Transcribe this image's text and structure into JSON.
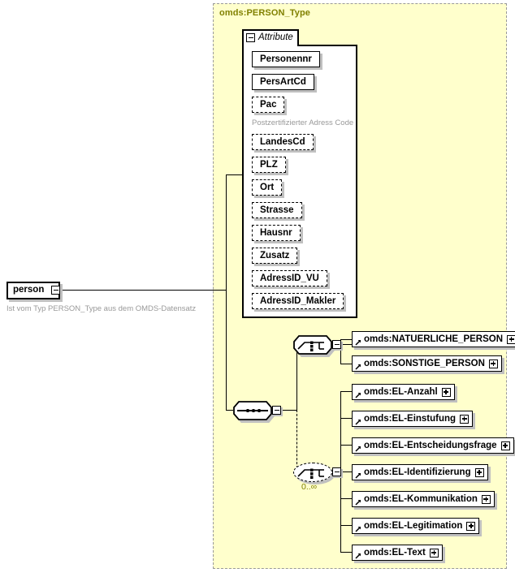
{
  "diagram": {
    "kind": "xsd-schema-diagram",
    "type_container": {
      "title": "omds:PERSON_Type"
    },
    "attribute_panel": {
      "tab_label": "Attribute",
      "toggle_icon": "minus-toggle-icon",
      "attributes": [
        {
          "name": "Personennr",
          "required": true,
          "annotation": ""
        },
        {
          "name": "PersArtCd",
          "required": true,
          "annotation": ""
        },
        {
          "name": "Pac",
          "required": false,
          "annotation": "Postzertifizierter Adress Code"
        },
        {
          "name": "LandesCd",
          "required": false,
          "annotation": ""
        },
        {
          "name": "PLZ",
          "required": false,
          "annotation": ""
        },
        {
          "name": "Ort",
          "required": false,
          "annotation": ""
        },
        {
          "name": "Strasse",
          "required": false,
          "annotation": ""
        },
        {
          "name": "Hausnr",
          "required": false,
          "annotation": ""
        },
        {
          "name": "Zusatz",
          "required": false,
          "annotation": ""
        },
        {
          "name": "AdressID_VU",
          "required": false,
          "annotation": ""
        },
        {
          "name": "AdressID_Makler",
          "required": false,
          "annotation": ""
        }
      ]
    },
    "root_element": {
      "name": "person",
      "annotation": "Ist vom Typ PERSON_Type aus dem OMDS-Datensatz",
      "toggle_icon": "minus-toggle-icon"
    },
    "compositors": {
      "sequence": {
        "icon": "sequence-icon",
        "toggle_icon": "minus-toggle-icon",
        "cardinality": ""
      },
      "choice_1": {
        "icon": "choice-icon",
        "toggle_icon": "minus-toggle-icon",
        "cardinality": ""
      },
      "choice_2": {
        "icon": "choice-icon",
        "toggle_icon": "minus-toggle-icon",
        "cardinality": "0..∞",
        "optional": true
      }
    },
    "choice_1_elements": [
      {
        "name": "omds:NATUERLICHE_PERSON",
        "toggle_icon": "plus-toggle-icon",
        "ref_icon": "element-ref-arrow-icon"
      },
      {
        "name": "omds:SONSTIGE_PERSON",
        "toggle_icon": "plus-toggle-icon",
        "ref_icon": "element-ref-arrow-icon"
      }
    ],
    "choice_2_elements": [
      {
        "name": "omds:EL-Anzahl",
        "toggle_icon": "plus-toggle-icon",
        "ref_icon": "element-ref-arrow-icon"
      },
      {
        "name": "omds:EL-Einstufung",
        "toggle_icon": "plus-toggle-icon",
        "ref_icon": "element-ref-arrow-icon"
      },
      {
        "name": "omds:EL-Entscheidungsfrage",
        "toggle_icon": "plus-toggle-icon",
        "ref_icon": "element-ref-arrow-icon"
      },
      {
        "name": "omds:EL-Identifizierung",
        "toggle_icon": "plus-toggle-icon",
        "ref_icon": "element-ref-arrow-icon"
      },
      {
        "name": "omds:EL-Kommunikation",
        "toggle_icon": "plus-toggle-icon",
        "ref_icon": "element-ref-arrow-icon"
      },
      {
        "name": "omds:EL-Legitimation",
        "toggle_icon": "plus-toggle-icon",
        "ref_icon": "element-ref-arrow-icon"
      },
      {
        "name": "omds:EL-Text",
        "toggle_icon": "plus-toggle-icon",
        "ref_icon": "element-ref-arrow-icon"
      }
    ],
    "colors": {
      "container_fill": "#ffffcc",
      "container_border": "#999999",
      "title_text": "#808000",
      "annotation_text": "#999999",
      "cardinality_text": "#808000",
      "box_fill": "#ffffff",
      "box_border": "#000000",
      "shadow": "#c0c0c0"
    }
  }
}
